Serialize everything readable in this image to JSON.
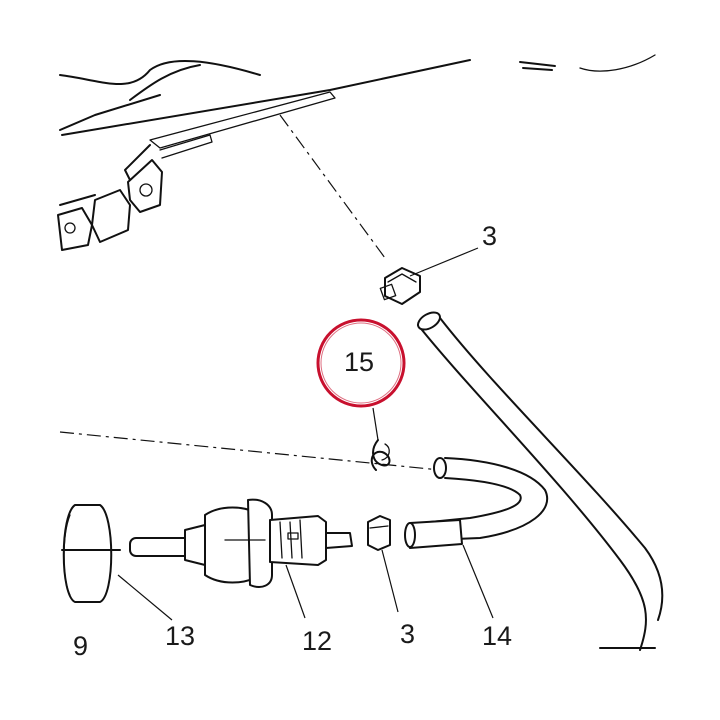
{
  "callouts": {
    "part_3_top": "3",
    "part_15": "15",
    "part_9": "9",
    "part_13": "13",
    "part_12": "12",
    "part_3_bottom": "3",
    "part_14": "14"
  },
  "colors": {
    "highlight_ring": "#c8102e",
    "line": "#111111",
    "background": "#ffffff"
  }
}
